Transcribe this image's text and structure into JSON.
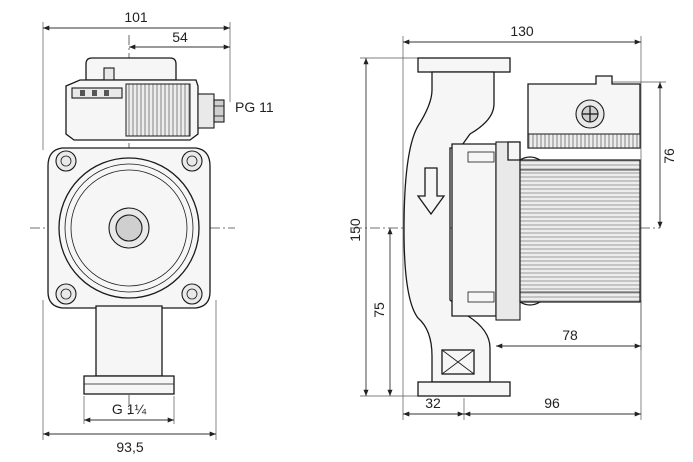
{
  "dimensions": {
    "front_width_top": "101",
    "front_half_width": "54",
    "cable_gland": "PG 11",
    "thread": "G 1¼",
    "front_width_bottom": "93,5",
    "side_width_top": "130",
    "side_height_total": "150",
    "side_height_lower": "75",
    "side_height_upper": "76",
    "side_depth_mid": "78",
    "side_depth_bottom": "96",
    "side_offset_bottom": "32"
  }
}
